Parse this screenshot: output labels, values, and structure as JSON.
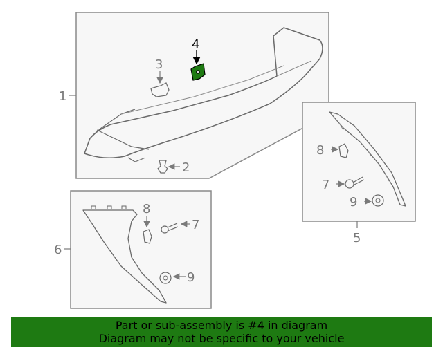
{
  "diagram": {
    "callouts": {
      "c1": "1",
      "c2": "2",
      "c3": "3",
      "c4": "4",
      "c5": "5",
      "c6": "6",
      "c7a": "7",
      "c7b": "7",
      "c8a": "8",
      "c8b": "8",
      "c9a": "9",
      "c9b": "9"
    },
    "highlight_part": "4",
    "colors": {
      "highlight": "#1e7a12",
      "line": "#7a7a7a",
      "panel": "#f7f7f7"
    }
  },
  "banner": {
    "line1": "Part or sub-assembly is #4 in diagram",
    "line2": "Diagram may not be specific to your vehicle"
  }
}
